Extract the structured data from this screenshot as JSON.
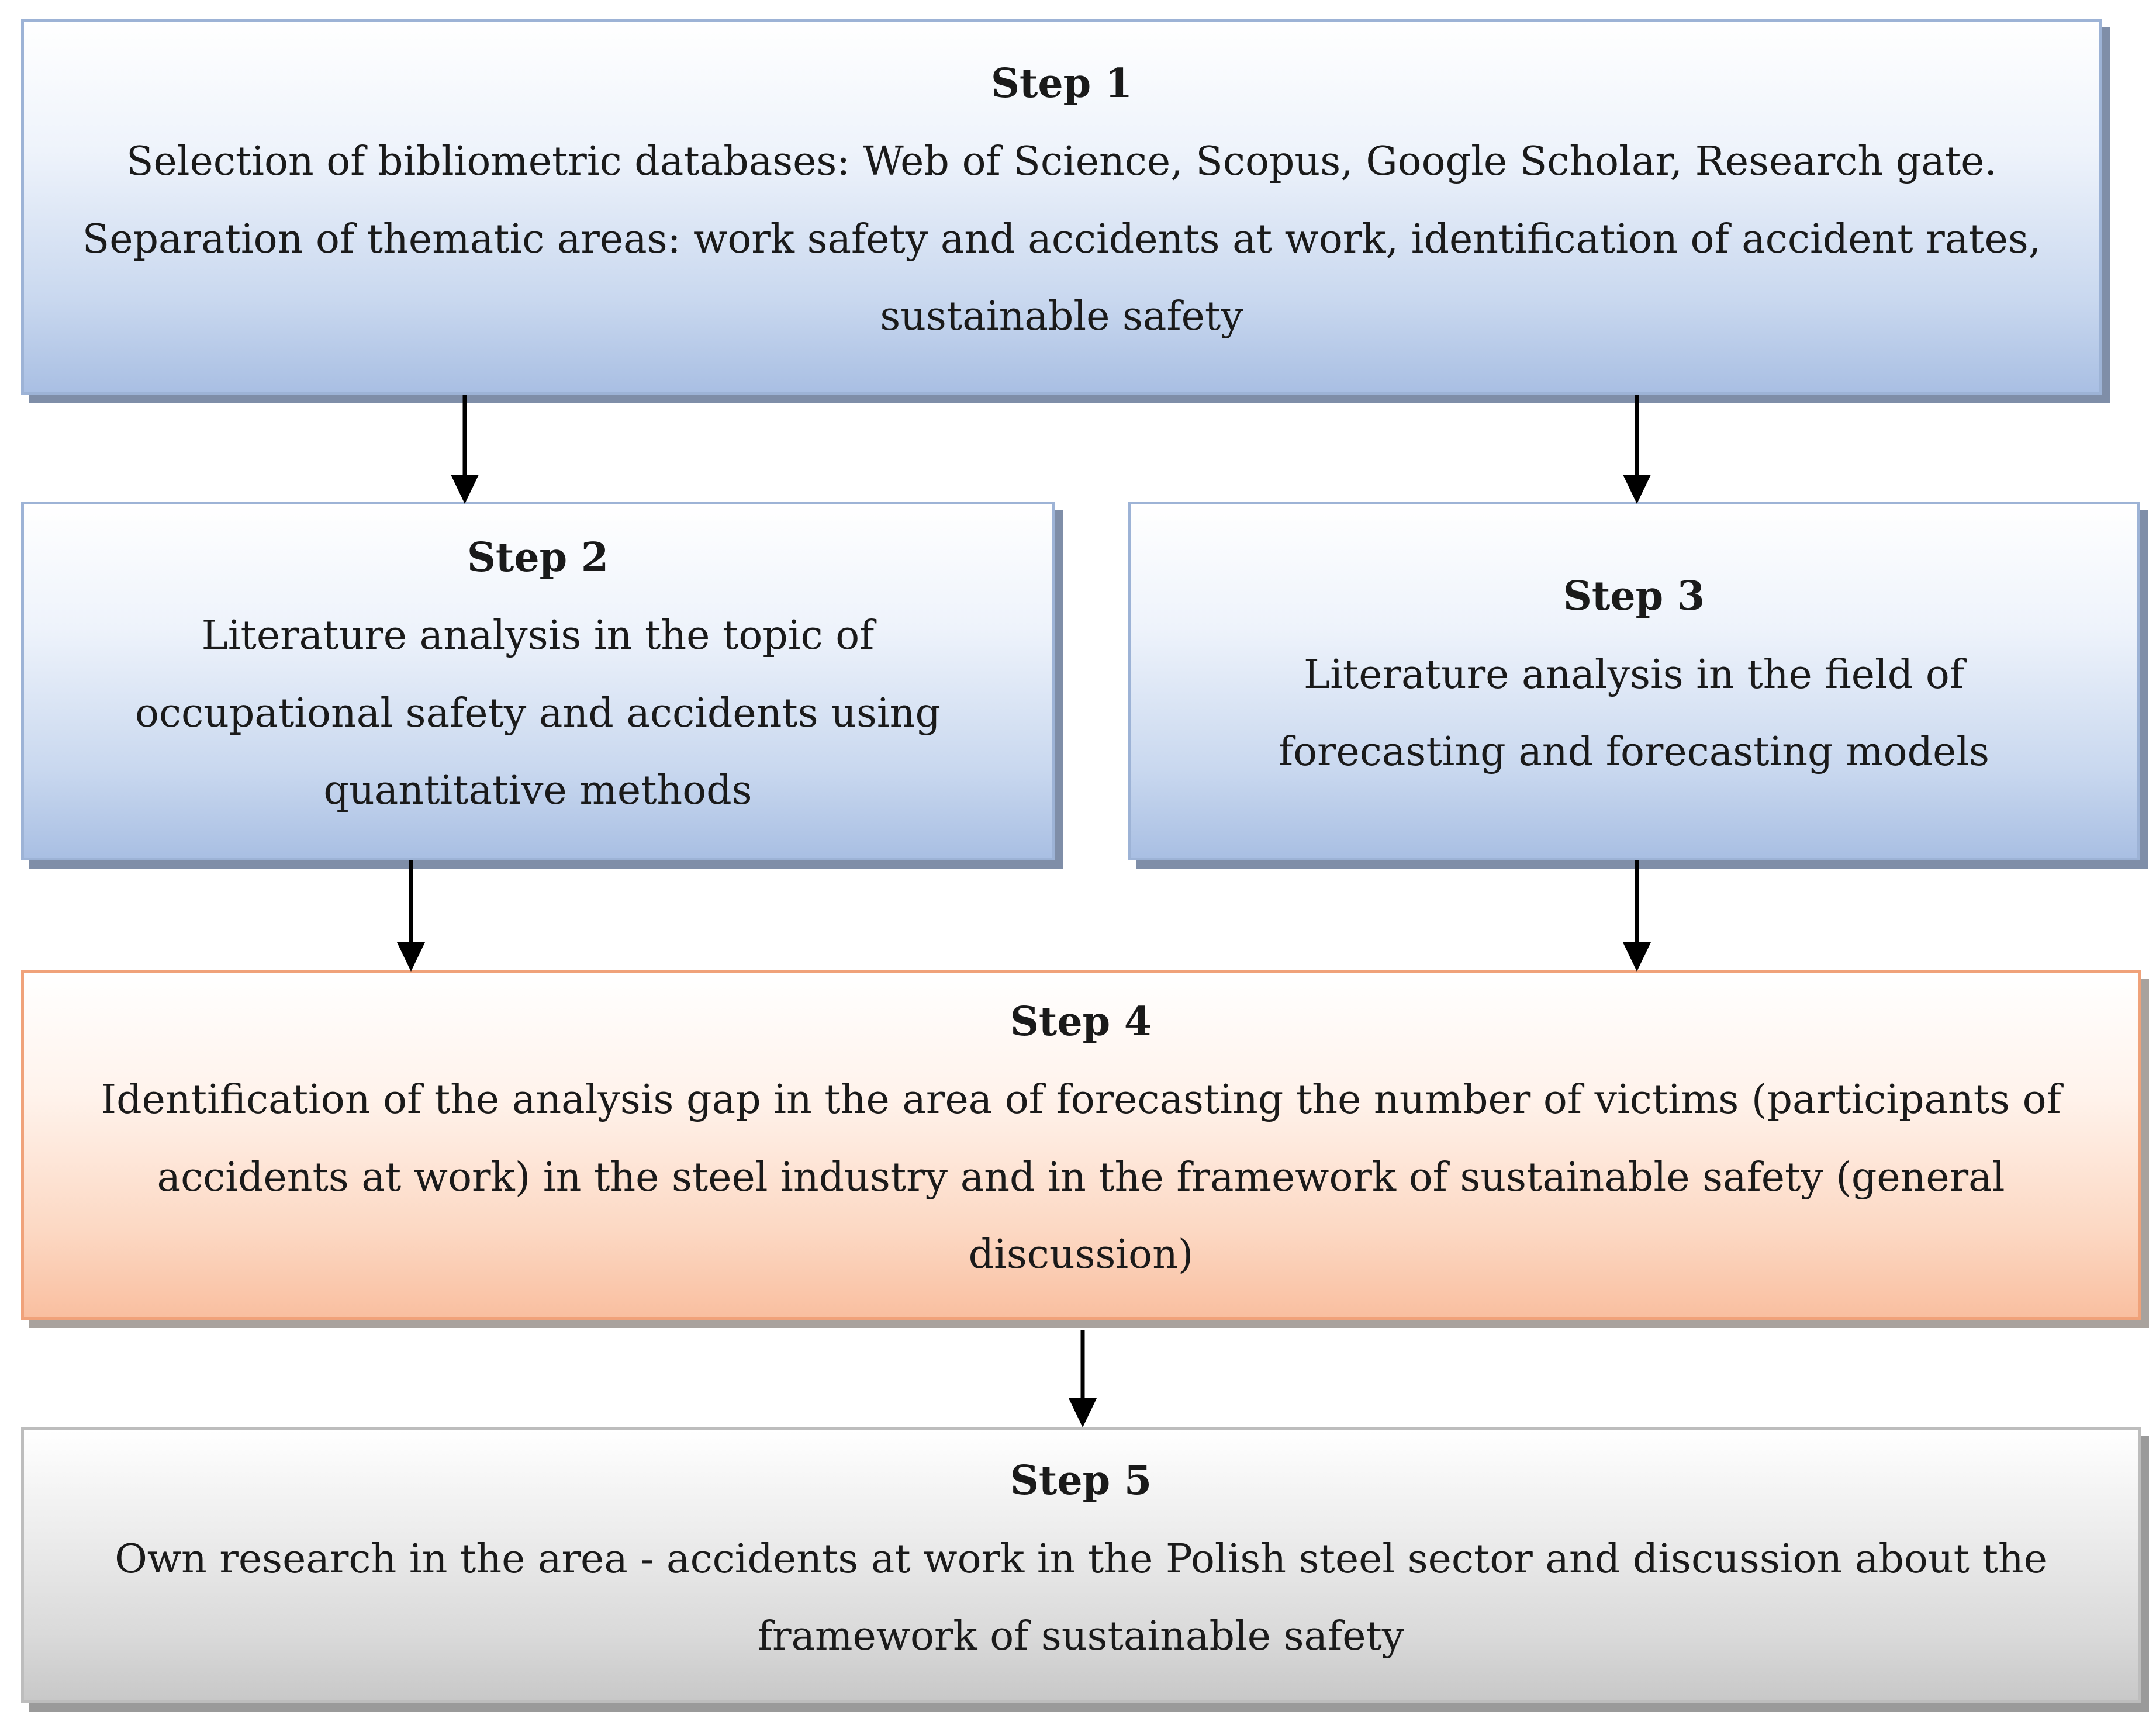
{
  "steps": [
    {
      "title": "Step 1",
      "text": "Selection of bibliometric databases: Web of Science, Scopus, Google Scholar, Research gate. Separation of thematic areas: work safety and accidents at work, identification of accident rates, sustainable safety"
    },
    {
      "title": "Step 2",
      "text": "Literature analysis in the topic of occupational safety and accidents using quantitative methods"
    },
    {
      "title": "Step 3",
      "text": "Literature analysis in the field of forecasting and forecasting models"
    },
    {
      "title": "Step 4",
      "text": "Identification of the analysis gap in the area of forecasting the number of victims (participants of accidents at work) in the steel industry and in the framework of sustainable safety (general discussion)"
    },
    {
      "title": "Step 5",
      "text": "Own research in the area - accidents at work in the Polish steel sector and discussion about the framework of sustainable safety"
    }
  ],
  "colors": {
    "blue_box": "#c9d8ef",
    "orange_box": "#fcd8c3",
    "grey_box": "#dadada",
    "arrow": "#000000"
  }
}
